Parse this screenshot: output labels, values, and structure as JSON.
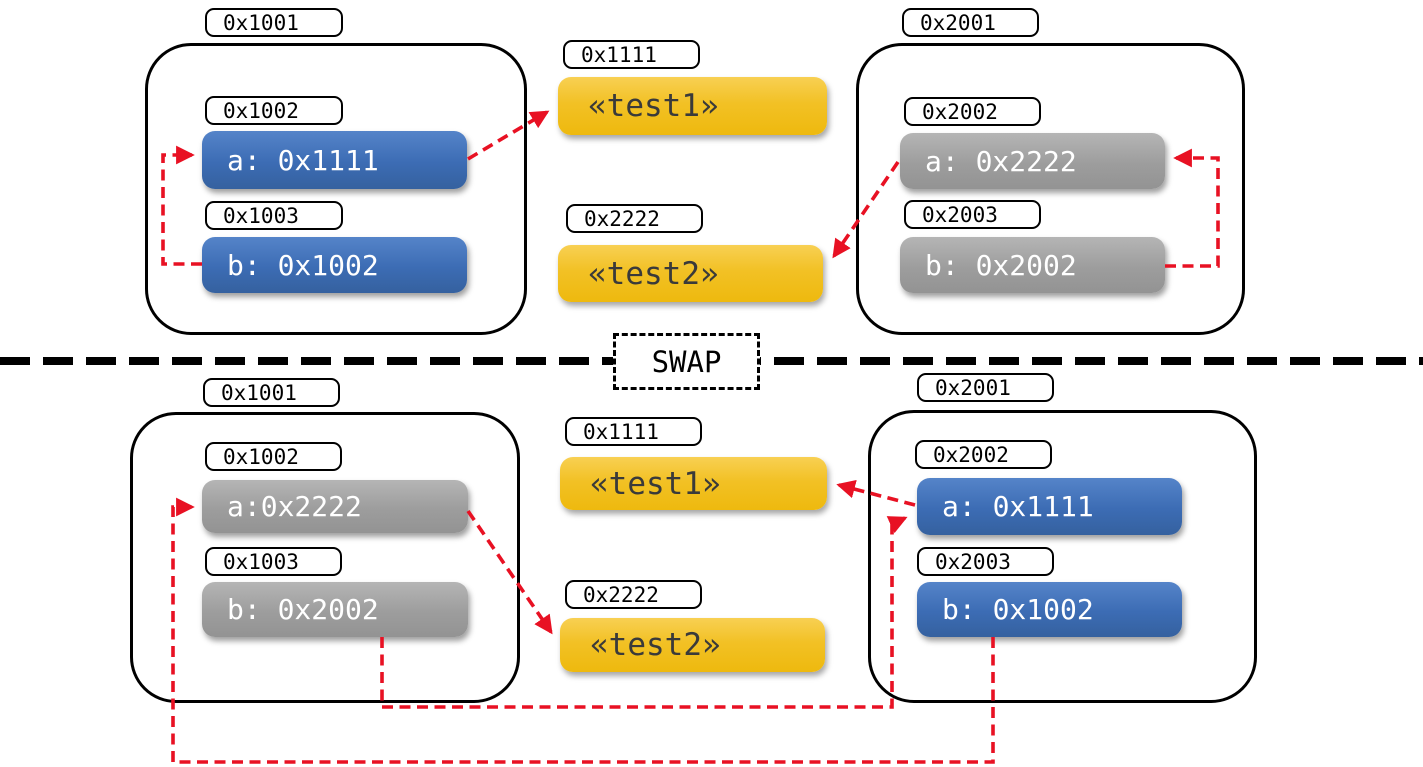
{
  "colors": {
    "pointer_red": "#E81123",
    "blue_box": "#3B6CB7",
    "gray_box": "#9D9D9D",
    "yellow_box": "#F1BE18"
  },
  "divider": {
    "label": "SWAP"
  },
  "top": {
    "frame1": {
      "address": "0x1001",
      "slots": [
        {
          "address": "0x1002",
          "value": "a: 0x1111"
        },
        {
          "address": "0x1003",
          "value": "b: 0x1002"
        }
      ]
    },
    "strings": [
      {
        "address": "0x1111",
        "value": "«test1»"
      },
      {
        "address": "0x2222",
        "value": "«test2»"
      }
    ],
    "frame2": {
      "address": "0x2001",
      "slots": [
        {
          "address": "0x2002",
          "value": "a: 0x2222"
        },
        {
          "address": "0x2003",
          "value": "b: 0x2002"
        }
      ]
    },
    "pointers": [
      {
        "from": "b @0x1003",
        "to": "slot 0x1002"
      },
      {
        "from": "a @0x1002",
        "to": "string 0x1111"
      },
      {
        "from": "a @0x2002",
        "to": "string 0x2222"
      },
      {
        "from": "b @0x2003",
        "to": "slot 0x2002"
      }
    ]
  },
  "bottom": {
    "frame1": {
      "address": "0x1001",
      "slots": [
        {
          "address": "0x1002",
          "value": "a:0x2222"
        },
        {
          "address": "0x1003",
          "value": "b: 0x2002"
        }
      ]
    },
    "strings": [
      {
        "address": "0x1111",
        "value": "«test1»"
      },
      {
        "address": "0x2222",
        "value": "«test2»"
      }
    ],
    "frame2": {
      "address": "0x2001",
      "slots": [
        {
          "address": "0x2002",
          "value": "a: 0x1111"
        },
        {
          "address": "0x2003",
          "value": "b: 0x1002"
        }
      ]
    },
    "pointers": [
      {
        "from": "a @0x1002",
        "to": "string 0x2222"
      },
      {
        "from": "b @0x1003",
        "to": "slot 0x2002"
      },
      {
        "from": "a @0x2002",
        "to": "string 0x1111"
      },
      {
        "from": "b @0x2003",
        "to": "slot 0x1002"
      }
    ]
  }
}
